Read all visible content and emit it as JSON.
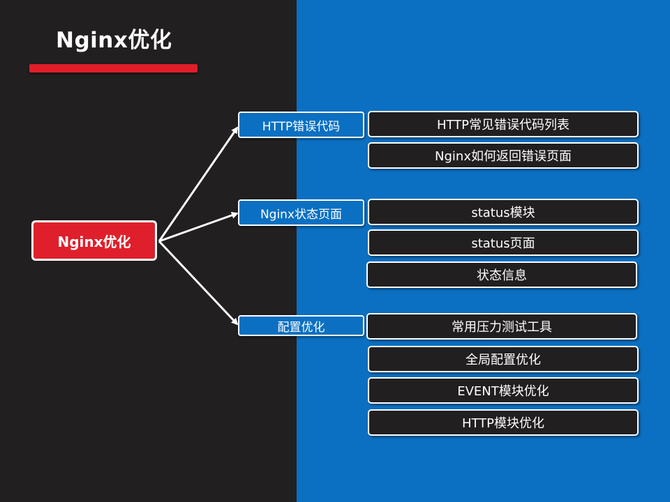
{
  "slide": {
    "title": "Nginx优化",
    "colors": {
      "accent_red": "#e01e2a",
      "blue": "#0b70c2",
      "dark": "#221f20",
      "white": "#ffffff"
    }
  },
  "mindmap": {
    "root": "Nginx优化",
    "branches": [
      {
        "label": "HTTP错误代码",
        "children": [
          "HTTP常见错误代码列表",
          "Nginx如何返回错误页面"
        ]
      },
      {
        "label": "Nginx状态页面",
        "children": [
          "status模块",
          "status页面",
          "状态信息"
        ]
      },
      {
        "label": "配置优化",
        "children": [
          "常用压力测试工具",
          "全局配置优化",
          "EVENT模块优化",
          "HTTP模块优化"
        ]
      }
    ]
  }
}
